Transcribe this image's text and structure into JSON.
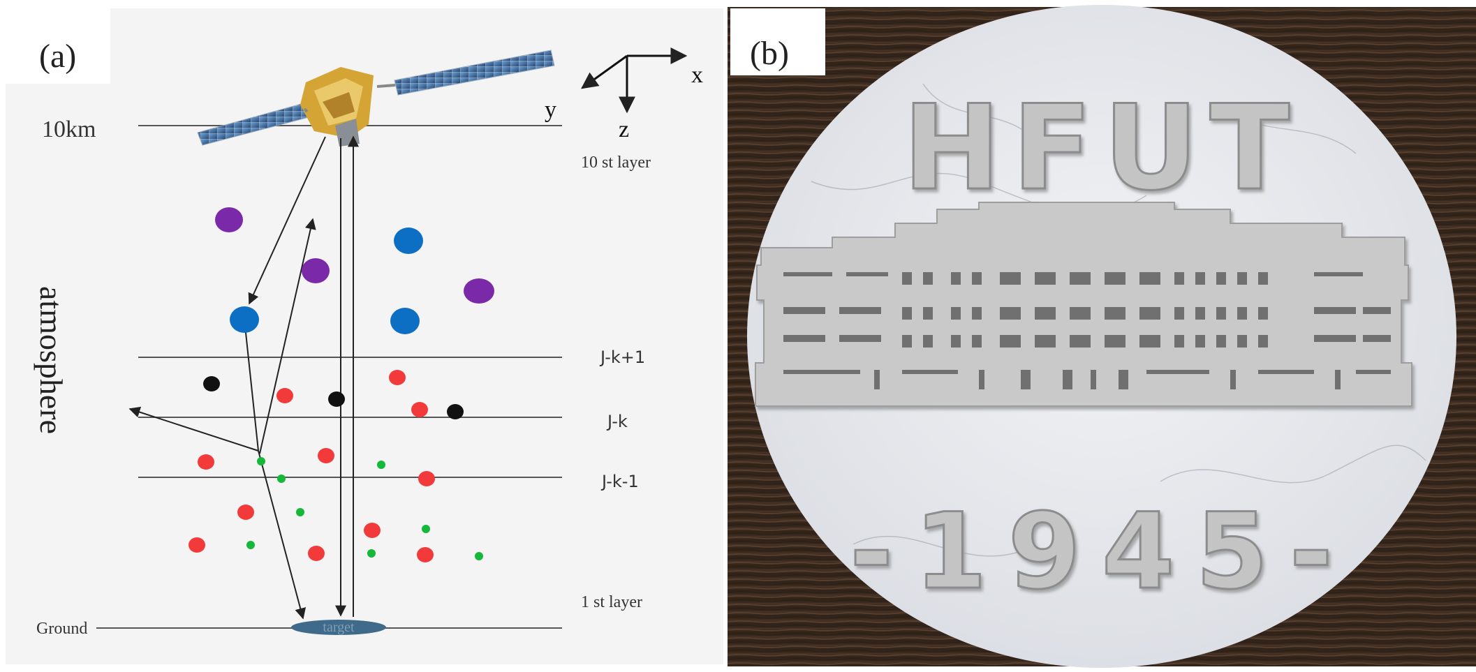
{
  "panel_a": {
    "label": "(a)",
    "top_altitude": "10km",
    "axes": {
      "x": "x",
      "y": "y",
      "z": "z"
    },
    "layers": {
      "top": "10 st layer",
      "jk_plus1": "J-k+1",
      "jk": "J-k",
      "jk_minus1": "J-k-1",
      "bottom": "1 st layer"
    },
    "ground": "Ground",
    "atmosphere": "atmosphere",
    "target": "target",
    "colors": {
      "background": "#f4f4f4",
      "purple_particle": "#7a2aa8",
      "blue_particle": "#0d6fc4",
      "black_particle": "#111111",
      "red_particle": "#f23a3a",
      "green_particle": "#16b83a",
      "target": "#3f6a8a"
    }
  },
  "panel_b": {
    "label": "(b)",
    "logo_text": "HFUT",
    "year_text": "-1945-",
    "colors": {
      "wood": "#3b2a1f",
      "marble": "#ecedf1",
      "relief": "#c9c9c9"
    }
  }
}
